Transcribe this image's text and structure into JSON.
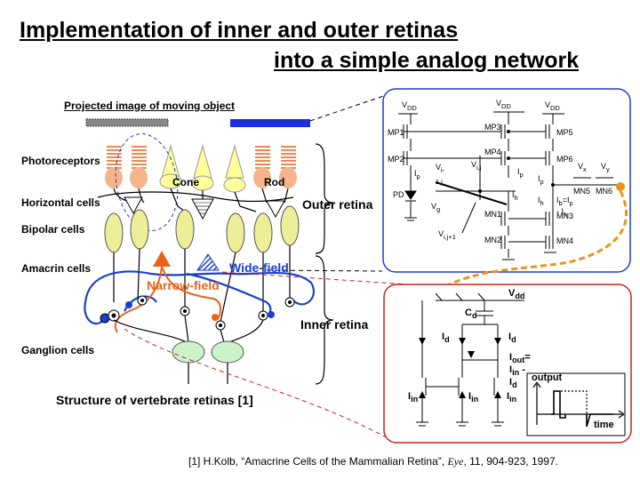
{
  "title": {
    "line1": "Implementation of inner and outer retinas",
    "line2": "into a simple analog network"
  },
  "diagram": {
    "projected_image_label": "Projected image of moving object",
    "layers": {
      "photoreceptors": "Photoreceptors",
      "horizontal": "Horizontal cells",
      "bipolar": "Bipolar cells",
      "amacrin": "Amacrin cells",
      "ganglion": "Ganglion cells"
    },
    "cone_label": "Cone",
    "rod_label": "Rod",
    "outer_retina": "Outer retina",
    "inner_retina": "Inner retina",
    "wide_field": "Wide-field",
    "narrow_field": "Narrow-field",
    "caption": "Structure of vertebrate retinas [1]"
  },
  "circuit_top": {
    "vdd1": "V",
    "vdd_sub": "DD",
    "transistors": [
      "MP1",
      "MP2",
      "MP3",
      "MP4",
      "MP5",
      "MP6",
      "MN1",
      "MN2",
      "MN3",
      "MN4",
      "MN5",
      "MN6",
      "PD"
    ],
    "labels": {
      "vij_m1": "V",
      "vij_m1_sub": "i-1,j",
      "vij": "V",
      "vij_sub": "i,j",
      "vij_p1": "V",
      "vij_p1_sub": "i,j+1",
      "vg": "V",
      "vg_sub": "g",
      "ip": "I",
      "ip_sub": "p",
      "ih": "I",
      "ih_sub": "h",
      "ib_eq": "I",
      "ib_eq_sub": "b",
      "ib_rhs": "=I",
      "ib_rhs_sub1": "p",
      "ib_minus": " - I",
      "ib_rhs_sub2": "h",
      "vx": "V",
      "vx_sub": "x",
      "vy": "V",
      "vy_sub": "y"
    }
  },
  "circuit_bottom": {
    "vdd": "V",
    "vdd_sub": "dd",
    "cd": "C",
    "cd_sub": "d",
    "id": "I",
    "id_sub": "d",
    "iout": "I",
    "iout_sub": "out",
    "iout_eq": "= I",
    "iout_eq_sub1": "in",
    "iout_minus": " - I",
    "iout_eq_sub2": "d",
    "iin": "I",
    "iin_sub": "in",
    "output_label": "output",
    "time_label": "time"
  },
  "reference": {
    "prefix": "[1] H.Kolb, “Amacrine Cells of the Mammalian Retina”, ",
    "journal": "Eye",
    "suffix": ", 11, 904-923, 1997."
  },
  "colors": {
    "orange": "#e8641a",
    "blue": "#1a3fd0",
    "bipolar_fill": "#eeee99",
    "ganglion_fill": "#ccf2cc",
    "receptor_fill": "#f5b48a",
    "cone_fill": "#ffff99",
    "red_border": "#cc2222"
  }
}
